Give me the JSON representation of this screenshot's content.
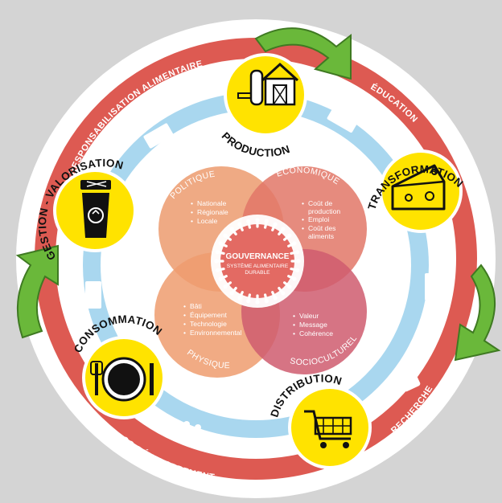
{
  "ring_labels": {
    "responsabilisation": "RESPONSABILISATION ALIMENTAIRE",
    "education": "ÉDUCATION",
    "recherche": "RECHERCHE",
    "codeveloppement": "CO-DÉVELOPPEMENT"
  },
  "stages": {
    "production": "PRODUCTION",
    "transformation": "TRANSFORMATION",
    "distribution": "DISTRIBUTION",
    "consommation": "CONSOMMATION",
    "gestion": "GESTION - VALORISATION"
  },
  "petals": {
    "politique": {
      "title": "POLITIQUE",
      "items": [
        "Nationale",
        "Régionale",
        "Locale"
      ]
    },
    "economique": {
      "title": "ÉCONOMIQUE",
      "items": [
        "Coût de",
        "production",
        "Emploi",
        "Coût des",
        "aliments"
      ]
    },
    "physique": {
      "title": "PHYSIQUE",
      "items": [
        "Bâti",
        "Équipement",
        "Technologie",
        "Environnemental"
      ]
    },
    "socioculturel": {
      "title": "SOCIOCULTUREL",
      "items": [
        "Valeur",
        "Message",
        "Cohérence"
      ]
    }
  },
  "center": {
    "title": "GOUVERNANCE",
    "subtitle_line1": "SYSTÈME ALIMENTAIRE",
    "subtitle_line2": "DURABLE"
  },
  "colors": {
    "background": "#d4d4d4",
    "outer_ring": "#dd5a52",
    "inner_ring": "#a9d7ef",
    "stage_circle": "#ffe300",
    "arrow_green": "#6ab83a",
    "petal_politique": "#ec9b6f",
    "petal_economique": "#e27767",
    "petal_physique": "#ef9c6e",
    "petal_socioculturel": "#cf5c6f"
  }
}
